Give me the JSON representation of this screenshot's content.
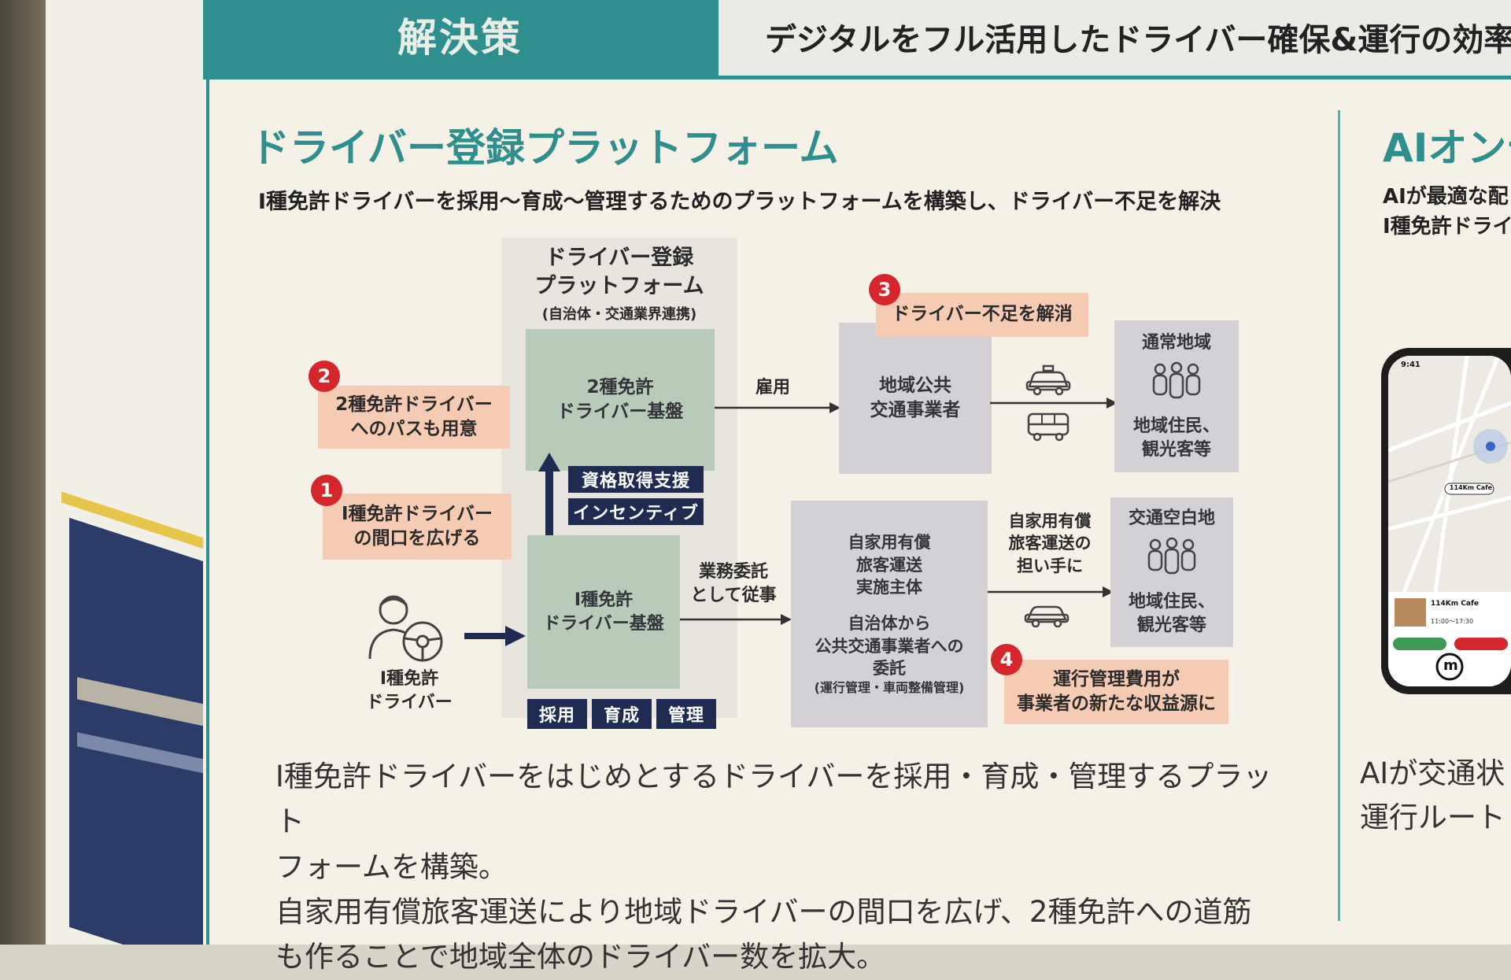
{
  "header": {
    "label": "解決策",
    "tagline": "デジタルをフル活用したドライバー確保&運行の効率化"
  },
  "section": {
    "title": "ドライバー登録プラットフォーム",
    "subtitle": "I種免許ドライバーを採用〜育成〜管理するためのプラットフォームを構築し、ドライバー不足を解決"
  },
  "diagram": {
    "platform": {
      "title_line1": "ドライバー登録",
      "title_line2": "プラットフォーム",
      "note": "(自治体・交通業界連携)"
    },
    "base2": {
      "line1": "2種免許",
      "line2": "ドライバー基盤"
    },
    "base1": {
      "line1": "I種免許",
      "line2": "ドライバー基盤"
    },
    "support_buttons": [
      "資格取得支援",
      "インセンティブ"
    ],
    "bottom_buttons": [
      "採用",
      "育成",
      "管理"
    ],
    "driver": {
      "line1": "I種免許",
      "line2": "ドライバー"
    },
    "callout1": {
      "number": "1",
      "line1": "I種免許ドライバー",
      "line2": "の間口を広げる"
    },
    "callout2": {
      "number": "2",
      "line1": "2種免許ドライバー",
      "line2": "へのパスも用意"
    },
    "callout3": {
      "number": "3",
      "text": "ドライバー不足を解消"
    },
    "callout4": {
      "number": "4",
      "line1": "運行管理費用が",
      "line2": "事業者の新たな収益源に"
    },
    "arrow_employment": "雇用",
    "arrow_outsourcing": {
      "line1": "業務委託",
      "line2": "として従事"
    },
    "operator": {
      "line1": "地域公共",
      "line2": "交通事業者"
    },
    "self_transport": {
      "line1": "自家用有償",
      "line2": "旅客運送",
      "line3": "実施主体",
      "line4": "自治体から",
      "line5": "公共交通事業者への",
      "line6": "委託",
      "line7": "(運行管理・車両整備管理)"
    },
    "carrier_label": {
      "line1": "自家用有償",
      "line2": "旅客運送の",
      "line3": "担い手に"
    },
    "normal_area": {
      "title": "通常地域",
      "line1": "地域住民、",
      "line2": "観光客等"
    },
    "blank_area": {
      "title": "交通空白地",
      "line1": "地域住民、",
      "line2": "観光客等"
    }
  },
  "body": {
    "line1": "I種免許ドライバーをはじめとするドライバーを採用・育成・管理するプラット",
    "line2": "フォームを構築。",
    "line3": "自家用有償旅客運送により地域ドライバーの間口を広げ、2種免許への道筋",
    "line4": "も作ることで地域全体のドライバー数を拡大。"
  },
  "right_panel": {
    "title": "AIオンデ",
    "sub_line1": "AIが最適な配",
    "sub_line2": "I種免許ドライ",
    "body_line1": "AIが交通状",
    "body_line2": "運行ルート",
    "phone": {
      "time": "9:41",
      "map_label": "114Km Cafe",
      "card_title": "114Km Cafe",
      "card_hours": "11:00〜17:30",
      "logo": "m"
    }
  },
  "colors": {
    "teal": "#2f8f8e",
    "navy": "#1f2b50",
    "green_box": "#b7cbb8",
    "gray_box": "#d3d1d6",
    "pink_callout": "#f6cbb3",
    "badge_red": "#d5262c"
  }
}
